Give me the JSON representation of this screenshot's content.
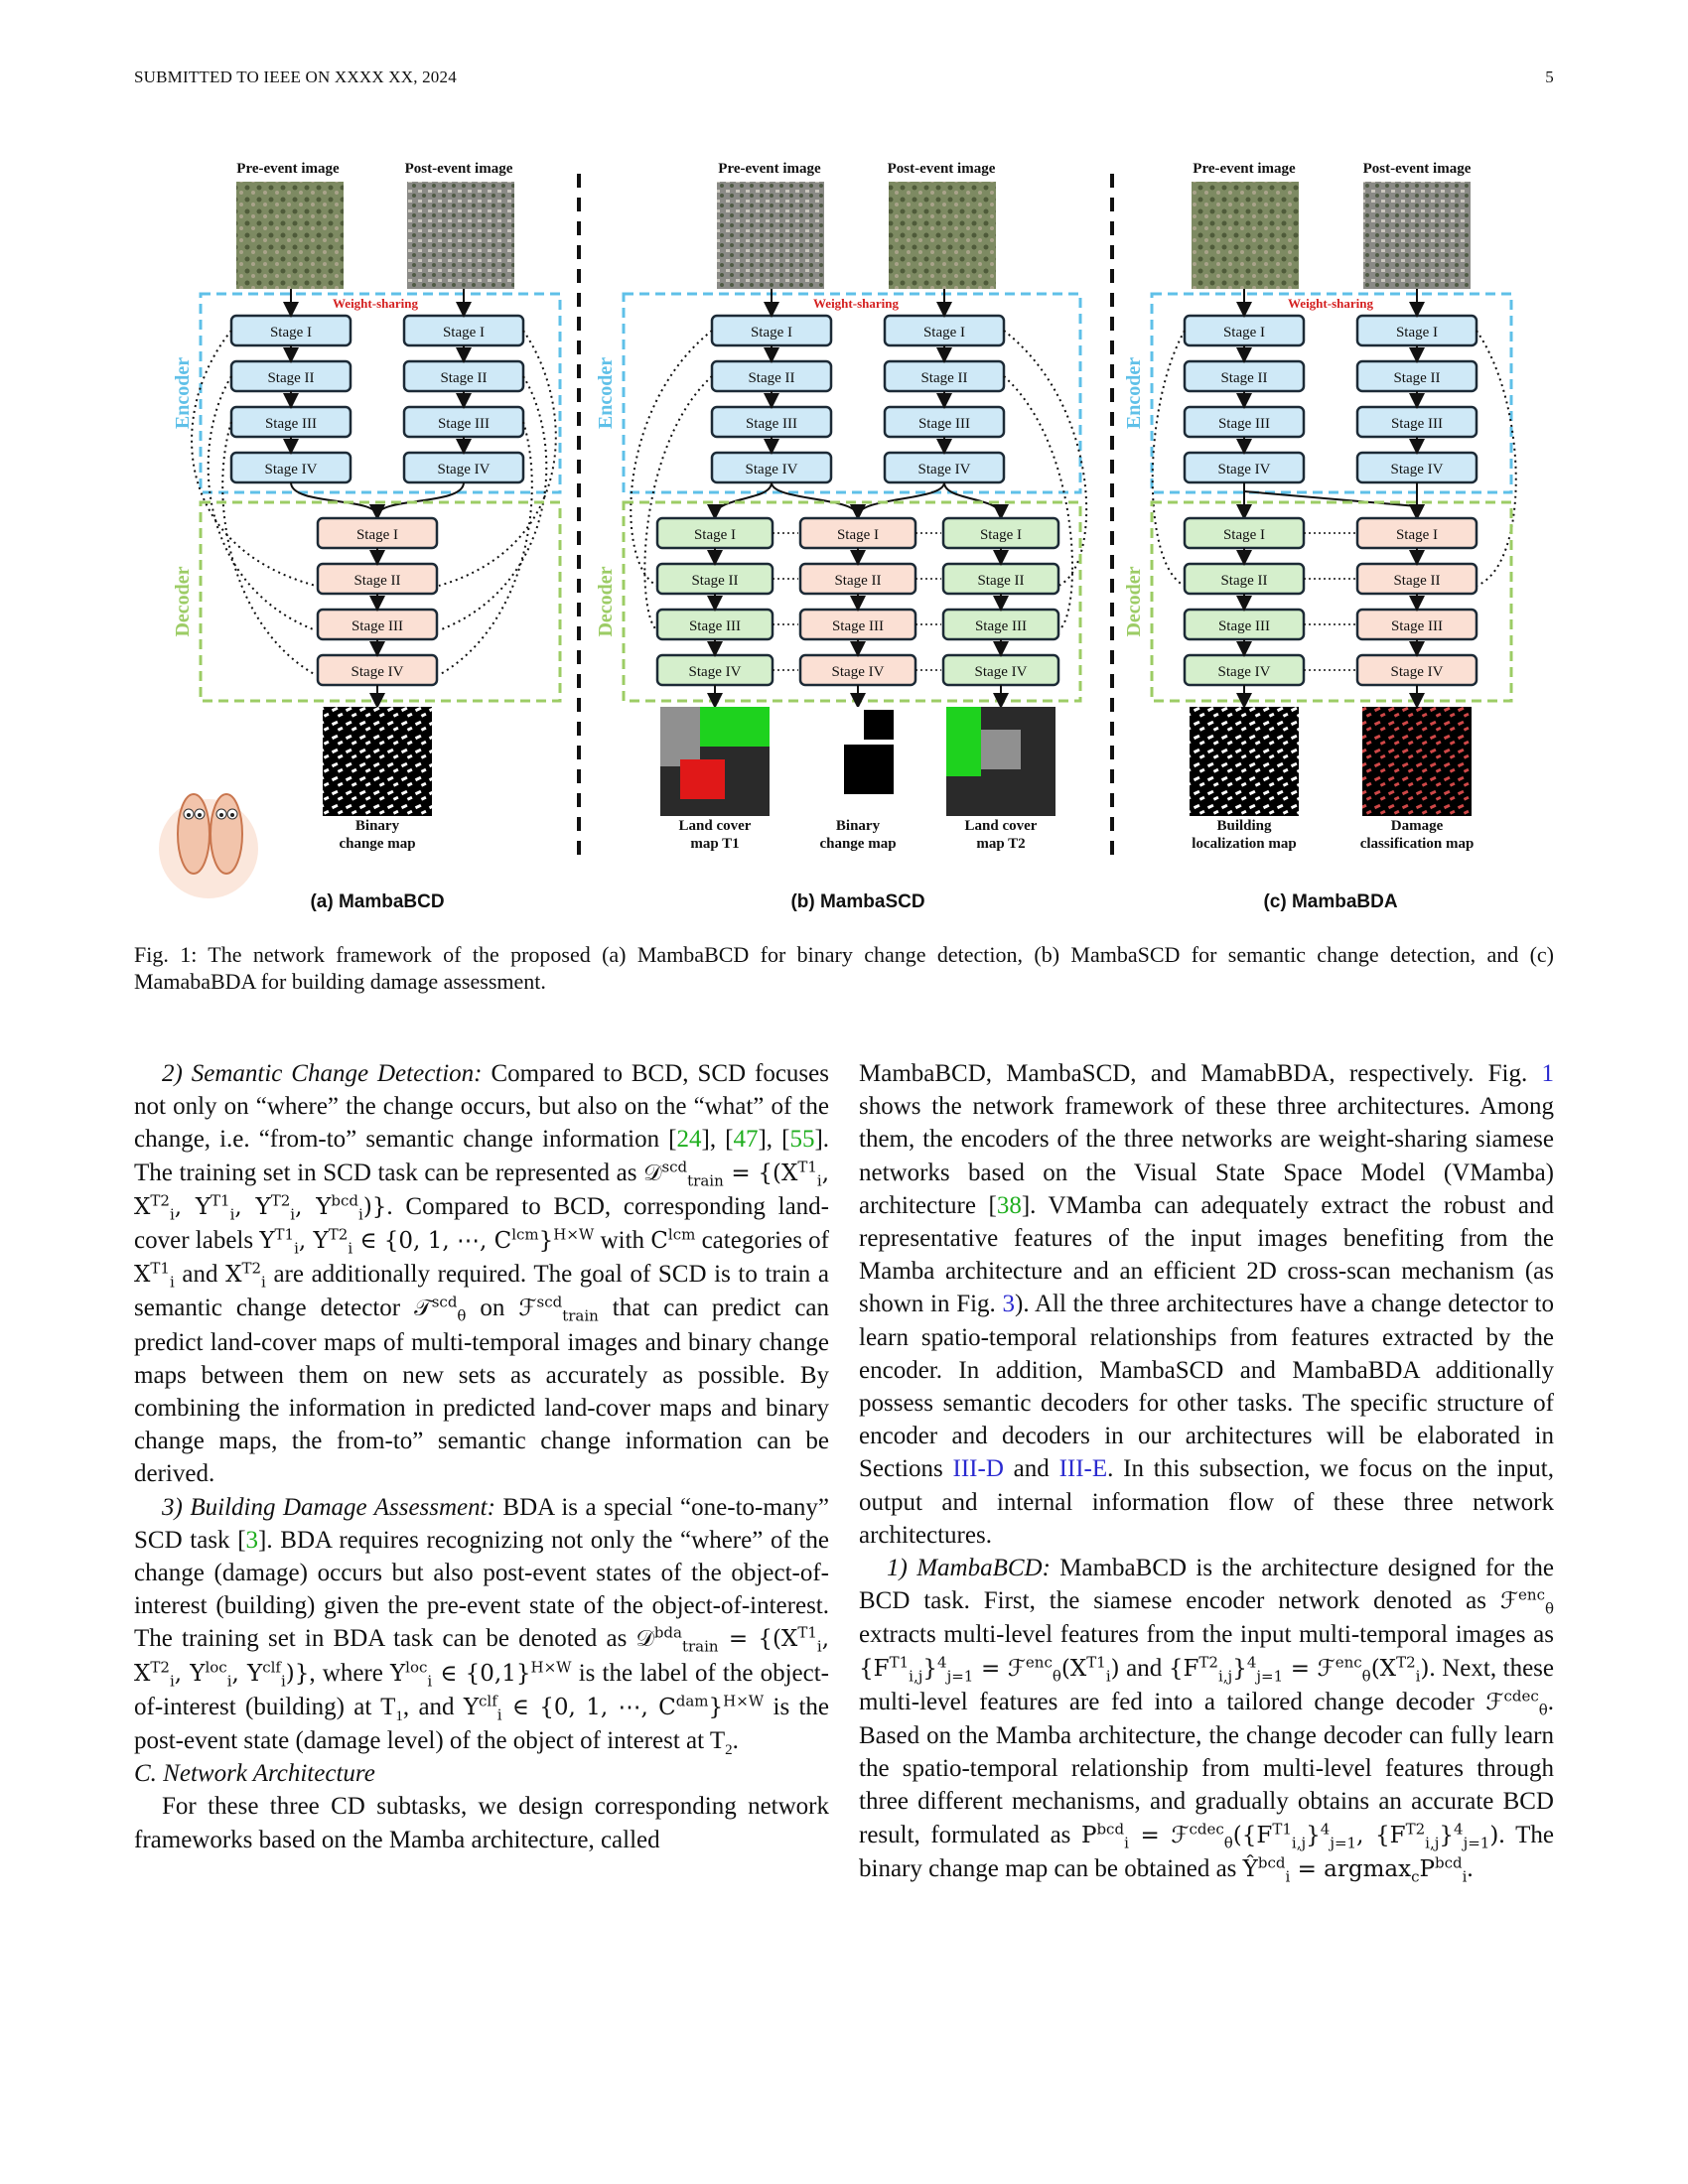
{
  "header": {
    "left": "SUBMITTED TO IEEE ON XXXX XX, 2024",
    "page_number": "5"
  },
  "figure": {
    "pre_label": "Pre-event image",
    "post_label": "Post-event image",
    "weight_sharing": "Weight-sharing",
    "encoder": "Encoder",
    "decoder": "Decoder",
    "stages": [
      "Stage I",
      "Stage II",
      "Stage III",
      "Stage IV"
    ],
    "panel_a": {
      "title": "(a) MambaBCD",
      "output": [
        "Binary",
        "change map"
      ]
    },
    "panel_b": {
      "title": "(b) MambaSCD",
      "output_left": [
        "Land cover",
        "map T1"
      ],
      "output_mid": [
        "Binary",
        "change map"
      ],
      "output_right": [
        "Land cover",
        "map T2"
      ]
    },
    "panel_c": {
      "title": "(c) MambaBDA",
      "output_left": [
        "Building",
        "localization map"
      ],
      "output_right": [
        "Damage",
        "classification map"
      ]
    },
    "colors": {
      "encoder_box": "#cfe9f7",
      "decoder_box_pink": "#fbe0d4",
      "decoder_box_green": "#d5efcc",
      "encoder_frame": "#5fc0e8",
      "decoder_frame": "#9ccc65"
    }
  },
  "caption": "Fig. 1: The network framework of the proposed (a) MambaBCD for binary change detection, (b) MambaSCD for semantic change detection, and (c) MamabaBDA for building damage assessment.",
  "left_column": {
    "p1_heading": "2) Semantic Change Detection:",
    "p1_a": " Compared to BCD, SCD focuses not only on “where” the change occurs, but also on the “what” of the change, i.e. “from-to” semantic change information [",
    "cite_24": "24",
    "cite_47": "47",
    "cite_55": "55",
    "p1_b": "The training set in SCD task can be represented as",
    "p1_c": "Compared to BCD, corresponding land-cover labels",
    "p1_d": "are additionally required. The goal of SCD is to train a semantic change detector",
    "p1_e": "that can predict can predict land-cover maps of multi-temporal images and binary change maps between them on new sets as accurately as possible. By combining the information in predicted land-cover maps and binary change maps, the from-to” semantic change information can be derived.",
    "p2_heading": "3) Building Damage Assessment:",
    "p2_a": " BDA is a special “one-to-many” SCD task [",
    "cite_3": "3",
    "p2_b": "]. BDA requires recognizing not only the “where” of the change (damage) occurs but also post-event states of the object-of-interest (building) given the pre-event state of the object-of-interest. The training set in BDA task can be denoted as",
    "p2_c": "is the label of the object-of-interest (building) at T",
    "p2_d": "is the post-event state (damage level) of the object of interest at T",
    "section": "C. Network Architecture",
    "p3": "For these three CD subtasks, we design corresponding network frameworks based on the Mamba architecture, called"
  },
  "right_column": {
    "p1_a": "MambaBCD, MambaSCD, and MamabBDA, respectively. Fig. ",
    "ref_fig1": "1",
    "p1_b": " shows the network framework of these three architectures. Among them, the encoders of the three networks are weight-sharing siamese networks based on the Visual State Space Model (VMamba) architecture [",
    "cite_38": "38",
    "p1_c": "]. VMamba can adequately extract the robust and representative features of the input images benefiting from the Mamba architecture and an efficient 2D cross-scan mechanism (as shown in Fig. ",
    "ref_fig3": "3",
    "p1_d": "). All the three architectures have a change detector to learn spatio-temporal relationships from features extracted by the encoder. In addition, MambaSCD and MambaBDA additionally possess semantic decoders for other tasks. The specific structure of encoder and decoders in our architectures will be elaborated in Sections ",
    "ref_3d": "III-D",
    "p1_and": " and ",
    "ref_3e": "III-E",
    "p1_e": ". In this subsection, we focus on the input, output and internal information flow of these three network architectures.",
    "p2_heading": "1) MambaBCD:",
    "p2_a": " MambaBCD is the architecture designed for the BCD task. First, the siamese encoder network denoted as",
    "p2_b": "extracts multi-level features from the input multi-temporal images as",
    "p2_c": "Next, these multi-level features are fed into a tailored change decoder",
    "p2_d": "Based on the Mamba architecture, the change decoder can fully learn the spatio-temporal relationship from multi-level features through three different mechanisms, and gradually obtains an accurate BCD result, formulated as",
    "p2_e": "The binary change map can be obtained as"
  }
}
